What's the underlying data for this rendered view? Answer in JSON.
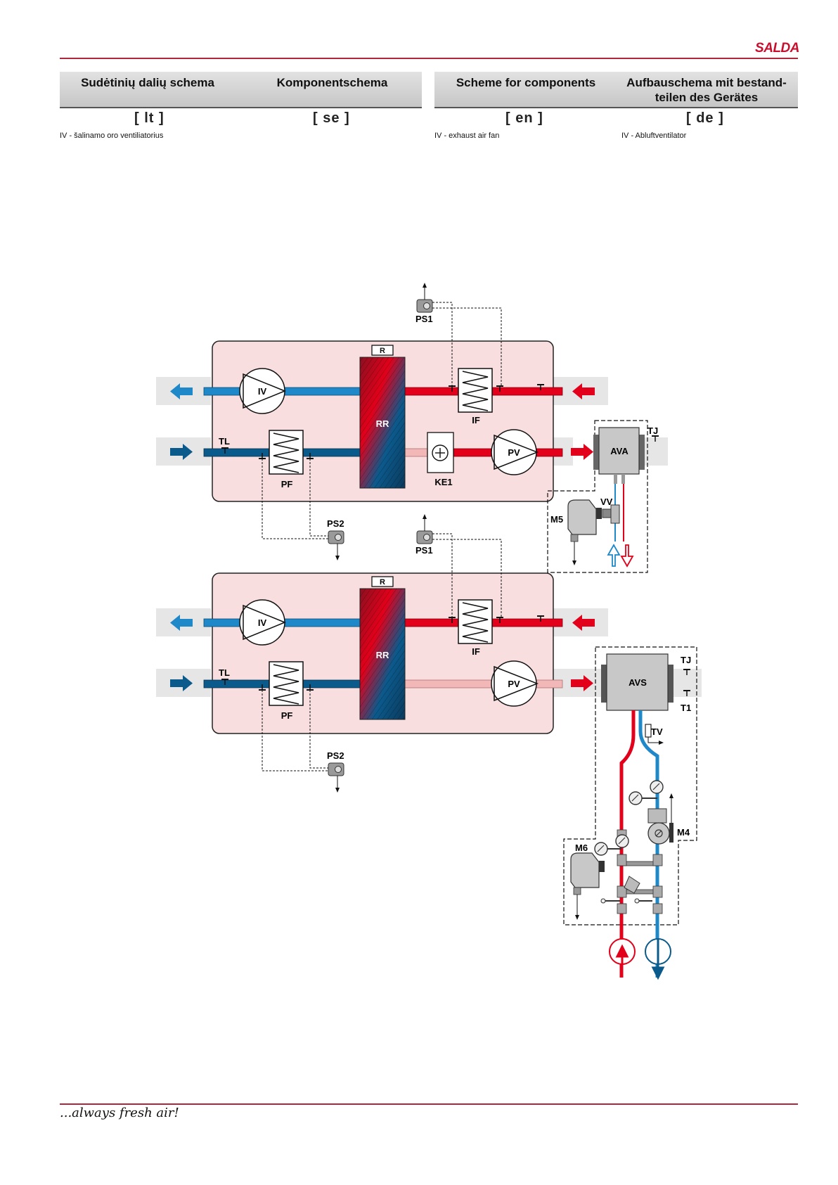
{
  "brand": "SALDA",
  "tagline": "...always fresh air!",
  "headers": {
    "lt": "Sudėtinių dalių schema",
    "se": "Komponentschema",
    "en": "Scheme for components",
    "de_line1": "Aufbauschema mit bestand-",
    "de_line2": "teilen des Gerätes"
  },
  "languages": {
    "lt": "[ lt ]",
    "se": "[ se ]",
    "en": "[ en ]",
    "de": "[ de ]"
  },
  "legend": {
    "lt": "IV - šalinamo oro ventiliatorius",
    "en": "IV - exhaust air fan",
    "de": "IV - Abluftventilator"
  },
  "diagram": {
    "colors": {
      "unit_fill": "#f8dede",
      "supply_red": "#e2001a",
      "extract_light_blue": "#1e88c8",
      "outdoor_dark_blue": "#0b5a8c",
      "pink_duct": "#f2b8b8",
      "duct_grey": "#e6e6e6",
      "component_grey": "#c8c8c8"
    },
    "top_unit": {
      "labels": {
        "r": "R",
        "rr": "RR",
        "iv": "IV",
        "pv": "PV",
        "if": "IF",
        "pf": "PF",
        "ke1": "KE1",
        "ps1": "PS1",
        "ps2": "PS2",
        "tl": "TL",
        "ava": "AVA",
        "tj": "TJ",
        "vv": "VV",
        "m5": "M5"
      }
    },
    "bottom_unit": {
      "labels": {
        "r": "R",
        "rr": "RR",
        "iv": "IV",
        "pv": "PV",
        "if": "IF",
        "pf": "PF",
        "ps1": "PS1",
        "ps2": "PS2",
        "tl": "TL",
        "avs": "AVS",
        "tj": "TJ",
        "t1": "T1",
        "tv": "TV",
        "m4": "M4",
        "m6": "M6"
      }
    }
  }
}
